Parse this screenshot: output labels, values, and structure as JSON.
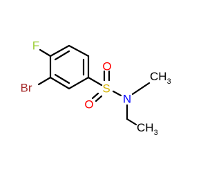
{
  "structure": {
    "colors": {
      "bond": "#000000",
      "fluorine": "#9acd32",
      "bromine": "#a52a2a",
      "sulfur": "#d4b300",
      "oxygen": "#ff0000",
      "nitrogen": "#0000ff",
      "carbon_label": "#000000"
    },
    "atoms": {
      "f": {
        "label": "F"
      },
      "br": {
        "label": "Br"
      },
      "s": {
        "label": "S"
      },
      "o_top": {
        "label": "O"
      },
      "o_bottom": {
        "label": "O"
      },
      "n": {
        "label": "N"
      },
      "ch3_upper": {
        "label": "CH",
        "subscript": "3"
      },
      "ch3_lower": {
        "label": "CH",
        "subscript": "3"
      }
    }
  }
}
